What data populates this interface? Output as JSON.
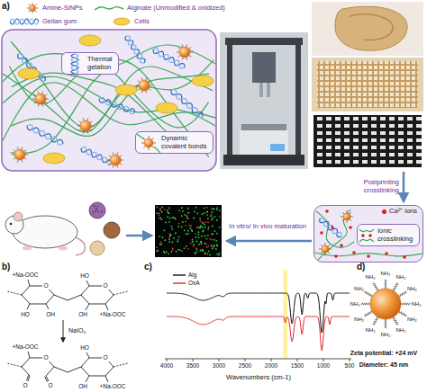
{
  "diagram": {
    "nodes": [
      {
        "text": [
          "Thermal gelation"
        ]
      },
      {
        "text": [
          "Dynamic covalent bonds"
        ]
      },
      {
        "text": [
          "Ca²⁺ ions"
        ]
      },
      {
        "text": [
          "Ionic crosslinking"
        ],
        "in": 2
      }
    ],
    "labels": [
      "a)",
      "Postprinting crosslinking",
      "In vitro/ In vivo maturation",
      "b)",
      "+Na-OOC",
      "+Na-OOC",
      "O",
      "O",
      "HO",
      "OH",
      "HO",
      "OH",
      "NaIO₄",
      "+Na-OOC",
      "+Na-OOC",
      "O",
      "O",
      "O",
      "O",
      "HO",
      "OH",
      "c)",
      "4000",
      "3500",
      "3000",
      "2500",
      "2000",
      "1500",
      "1000",
      "500",
      "Wavenumbers (cm-1)",
      "d)",
      "NH₂",
      "NH₂",
      "NH₂",
      "NH₂",
      "NH₂",
      "NH₂",
      "NH₂",
      "NH₂",
      "NH₂",
      "NH₂",
      "NH₂",
      "NH₂",
      "Zeta potential: +24 mV",
      "Diameter: 45 nm"
    ],
    "legend": [
      {
        "text": "Amine-SiNPs"
      },
      {
        "text": "Alginate (Unmodified & oxidized)"
      },
      {
        "text": "Gellan gum"
      },
      {
        "text": "Cells"
      },
      {
        "text": "Alg"
      },
      {
        "text": "OxA"
      }
    ]
  }
}
